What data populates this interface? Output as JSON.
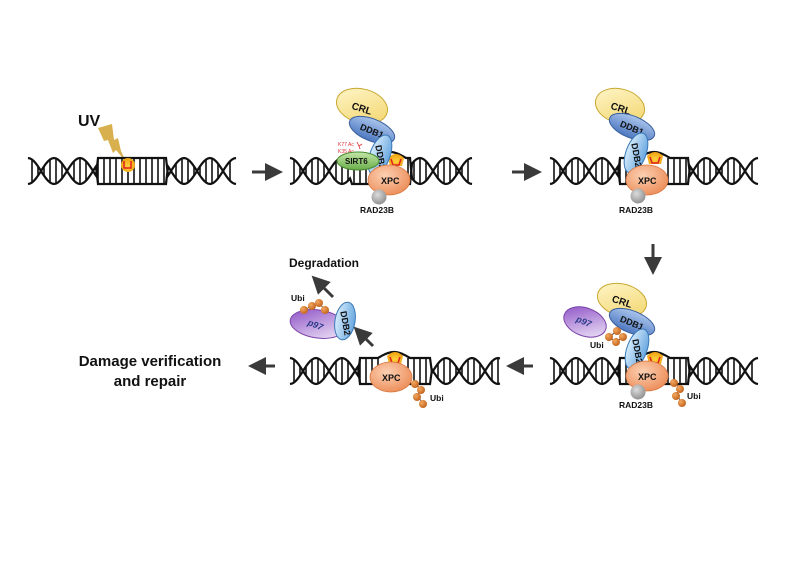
{
  "title": "UV-induced DNA damage recognition by DDB2-XPC and SIRT6",
  "labels": {
    "uv": "UV",
    "crl": "CRL",
    "ddb1": "DDB1",
    "ddb2": "DDB2",
    "sirt6": "SIRT6",
    "xpc": "XPC",
    "rad23b": "RAD23B",
    "p97": "p97",
    "ubi": "Ubi",
    "ac1": "K77 Ac",
    "ac2": "K35 Ac",
    "degradation": "Degradation",
    "final_line1": "Damage verification",
    "final_line2": "and repair"
  },
  "colors": {
    "crl": "#f7e08a",
    "ddb1": "#5b86c8",
    "ddb2": "#8cc0ea",
    "sirt6": "#8ac46a",
    "xpc": "#f0a070",
    "rad23b": "#a8a8a8",
    "p97": "#9a66cc",
    "ubi": "#d4782a",
    "lesion": "#f4b81c",
    "arrow": "#3a3a3a"
  },
  "steps": [
    {
      "id": "uv-damage",
      "description": "UV damages DNA"
    },
    {
      "id": "recognition",
      "description": "CRL-DDB1-DDB2 with SIRT6 and XPC-RAD23B bind lesion"
    },
    {
      "id": "complex",
      "description": "CRL-DDB1-DDB2 and XPC-RAD23B at lesion"
    },
    {
      "id": "ubiquitination",
      "description": "DDB2 and XPC ubiquitinated, p97 recruited"
    },
    {
      "id": "degradation",
      "description": "p97 extracts ubiquitinated DDB2 for degradation"
    },
    {
      "id": "repair",
      "description": "Damage verification and repair"
    }
  ]
}
